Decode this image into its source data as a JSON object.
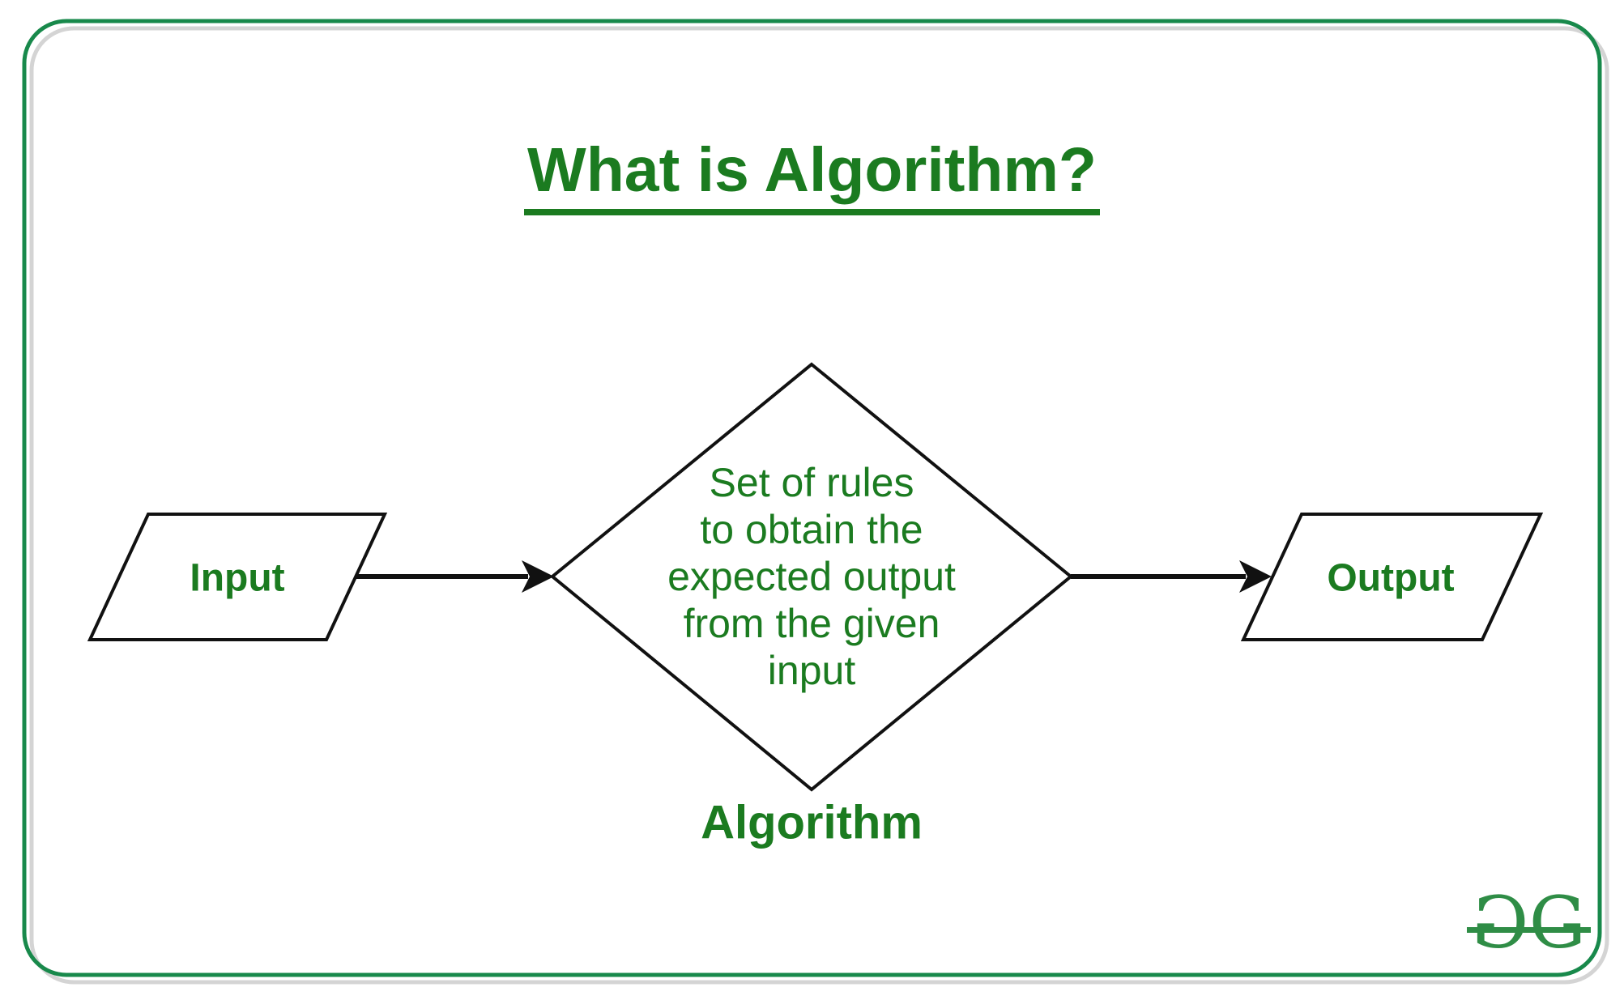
{
  "colors": {
    "text_green": "#1b7b20",
    "frame_green": "#18894b",
    "shadow_gray": "#d4d4d4",
    "logo_green": "#2f8d46",
    "stroke_black": "#111111"
  },
  "title": {
    "text": "What is Algorithm?"
  },
  "flowchart": {
    "input_label": "Input",
    "output_label": "Output",
    "diamond_text": "Set of rules to obtain the expected output from the given input",
    "diamond_lines": [
      "Set of rules",
      "to obtain the",
      "expected output",
      "from the given",
      "input"
    ],
    "algorithm_label": "Algorithm"
  },
  "logo": {
    "letter": "G"
  }
}
